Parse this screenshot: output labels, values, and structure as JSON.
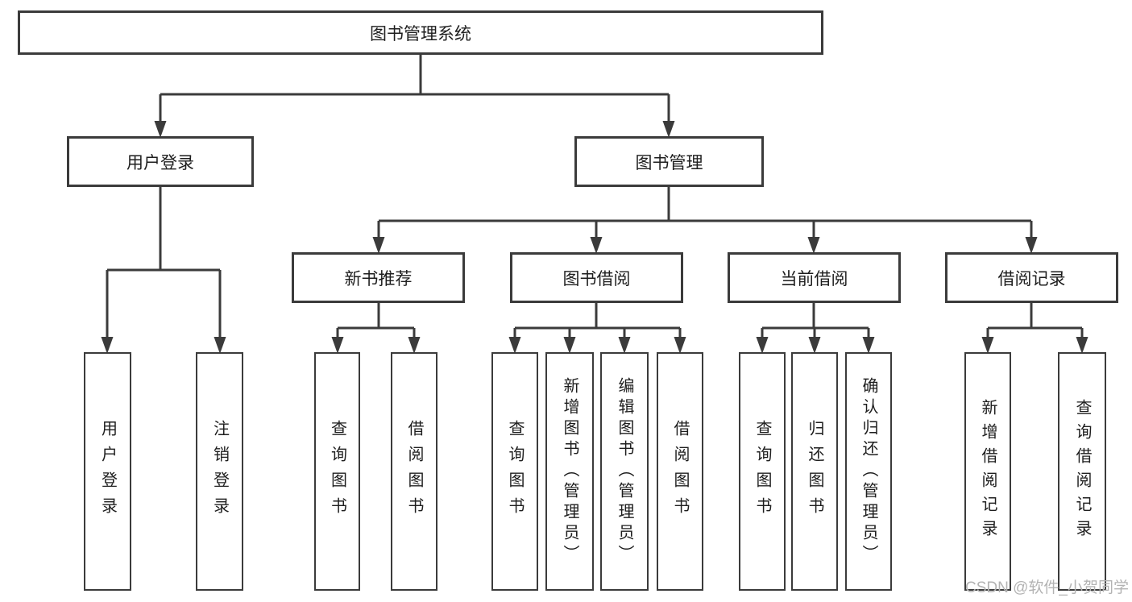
{
  "tree": {
    "label": "图书管理系统",
    "children": [
      {
        "label": "用户登录",
        "children": [
          {
            "label": "用户登录"
          },
          {
            "label": "注销登录"
          }
        ]
      },
      {
        "label": "图书管理",
        "children": [
          {
            "label": "新书推荐",
            "children": [
              {
                "label": "查询图书"
              },
              {
                "label": "借阅图书"
              }
            ]
          },
          {
            "label": "图书借阅",
            "children": [
              {
                "label": "查询图书"
              },
              {
                "label": "新增图书（管理员）"
              },
              {
                "label": "编辑图书（管理员）"
              },
              {
                "label": "借阅图书"
              }
            ]
          },
          {
            "label": "当前借阅",
            "children": [
              {
                "label": "查询图书"
              },
              {
                "label": "归还图书"
              },
              {
                "label": "确认归还（管理员）"
              }
            ]
          },
          {
            "label": "借阅记录",
            "children": [
              {
                "label": "新增借阅记录"
              },
              {
                "label": "查询借阅记录"
              }
            ]
          }
        ]
      }
    ]
  },
  "watermark": "CSDN @软件_小贺同学",
  "colors": {
    "line": "#3b3b3b",
    "box_border": "#3b3b3b",
    "box_bg": "#ffffff",
    "text": "#1e1e1e",
    "watermark": "#b3b3b3"
  }
}
